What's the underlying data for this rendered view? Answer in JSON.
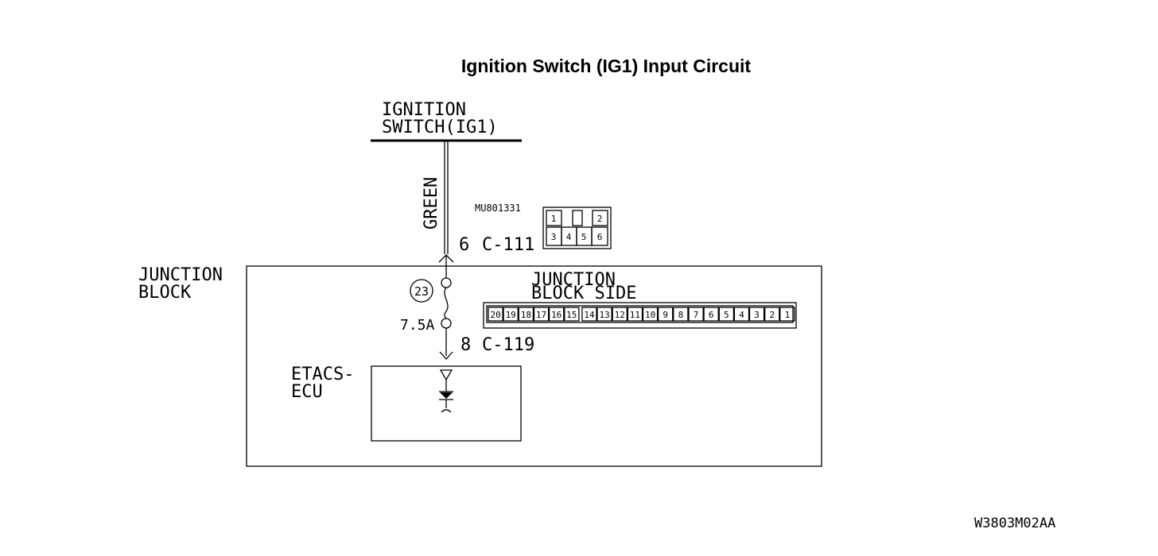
{
  "title": "Ignition Switch (IG1) Input Circuit",
  "ignition_switch": {
    "line1": "IGNITION",
    "line2": "SWITCH(IG1)"
  },
  "wire_color": "GREEN",
  "part_number": "MU801331",
  "connector_c111": {
    "pin": "6",
    "id": "C-111",
    "pins_top": [
      "1",
      "2"
    ],
    "pins_bottom": [
      "3",
      "4",
      "5",
      "6"
    ]
  },
  "junction_block": {
    "line1": "JUNCTION",
    "line2": "BLOCK"
  },
  "fuse": {
    "number": "23",
    "rating": "7.5A"
  },
  "junction_block_side": {
    "line1": "JUNCTION",
    "line2": "BLOCK SIDE",
    "pins": [
      "20",
      "19",
      "18",
      "17",
      "16",
      "15",
      "14",
      "13",
      "12",
      "11",
      "10",
      "9",
      "8",
      "7",
      "6",
      "5",
      "4",
      "3",
      "2",
      "1"
    ]
  },
  "connector_c119": {
    "pin": "8",
    "id": "C-119"
  },
  "etacs_ecu": {
    "line1": "ETACS-",
    "line2": "ECU"
  },
  "figure_code": "W3803M02AA"
}
